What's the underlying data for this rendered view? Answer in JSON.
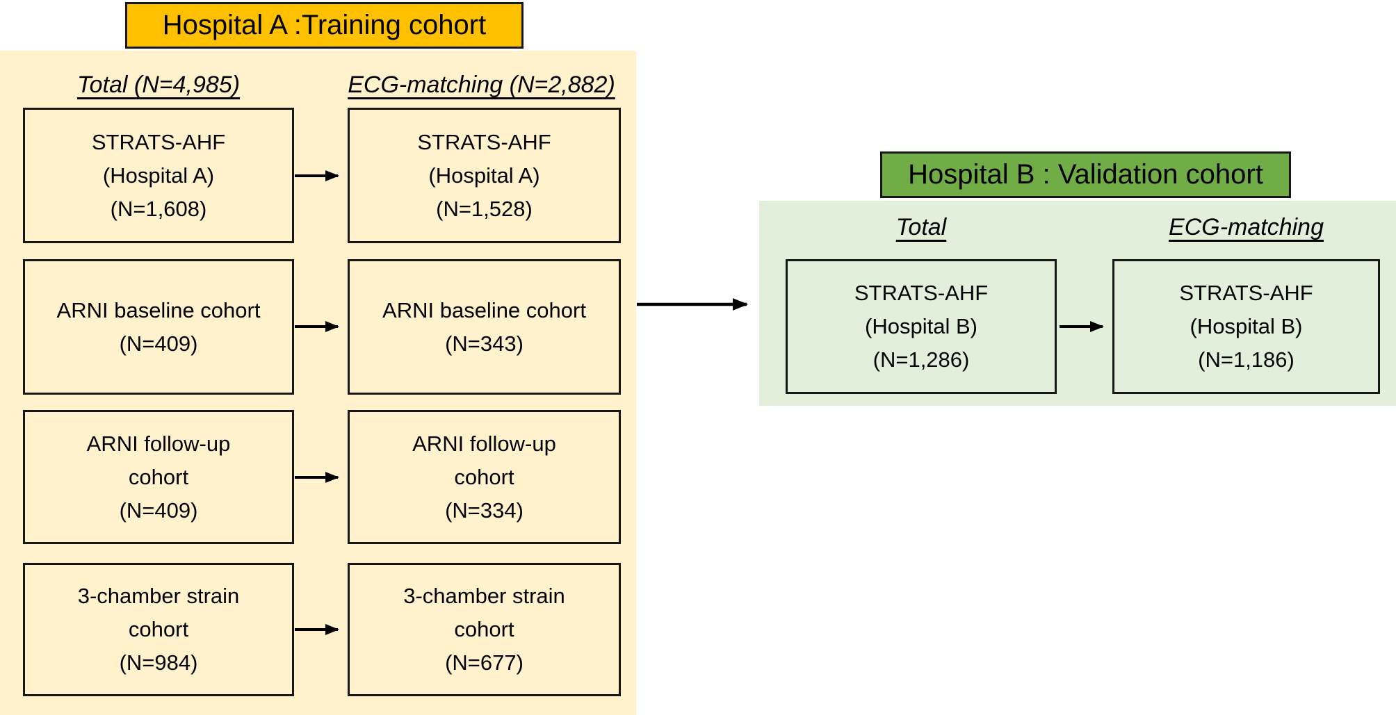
{
  "figure": {
    "type": "cohort-flow-diagram"
  },
  "colors": {
    "training_header_bg": "#FFC000",
    "training_panel_bg": "#FFF2CC",
    "validation_header_bg": "#70AD47",
    "validation_panel_bg": "#E2EFDA",
    "box_border": "#171717",
    "text": "#000000"
  },
  "training": {
    "header": "Hospital A :Training cohort",
    "columns": {
      "total": "Total (N=4,985)",
      "ecg": "ECG-matching (N=2,882)"
    },
    "boxes": {
      "total": [
        "STRATS-AHF\n(Hospital A)\n(N=1,608)",
        "ARNI baseline cohort\n(N=409)",
        "ARNI follow-up\ncohort\n(N=409)",
        "3-chamber strain\ncohort\n(N=984)"
      ],
      "ecg": [
        "STRATS-AHF\n(Hospital A)\n(N=1,528)",
        "ARNI baseline cohort\n(N=343)",
        "ARNI follow-up\ncohort\n(N=334)",
        "3-chamber strain\ncohort\n(N=677)"
      ]
    }
  },
  "validation": {
    "header": "Hospital B : Validation cohort",
    "columns": {
      "total": "Total",
      "ecg": "ECG-matching"
    },
    "boxes": {
      "total": "STRATS-AHF\n(Hospital B)\n(N=1,286)",
      "ecg": "STRATS-AHF\n(Hospital B)\n(N=1,186)"
    }
  }
}
